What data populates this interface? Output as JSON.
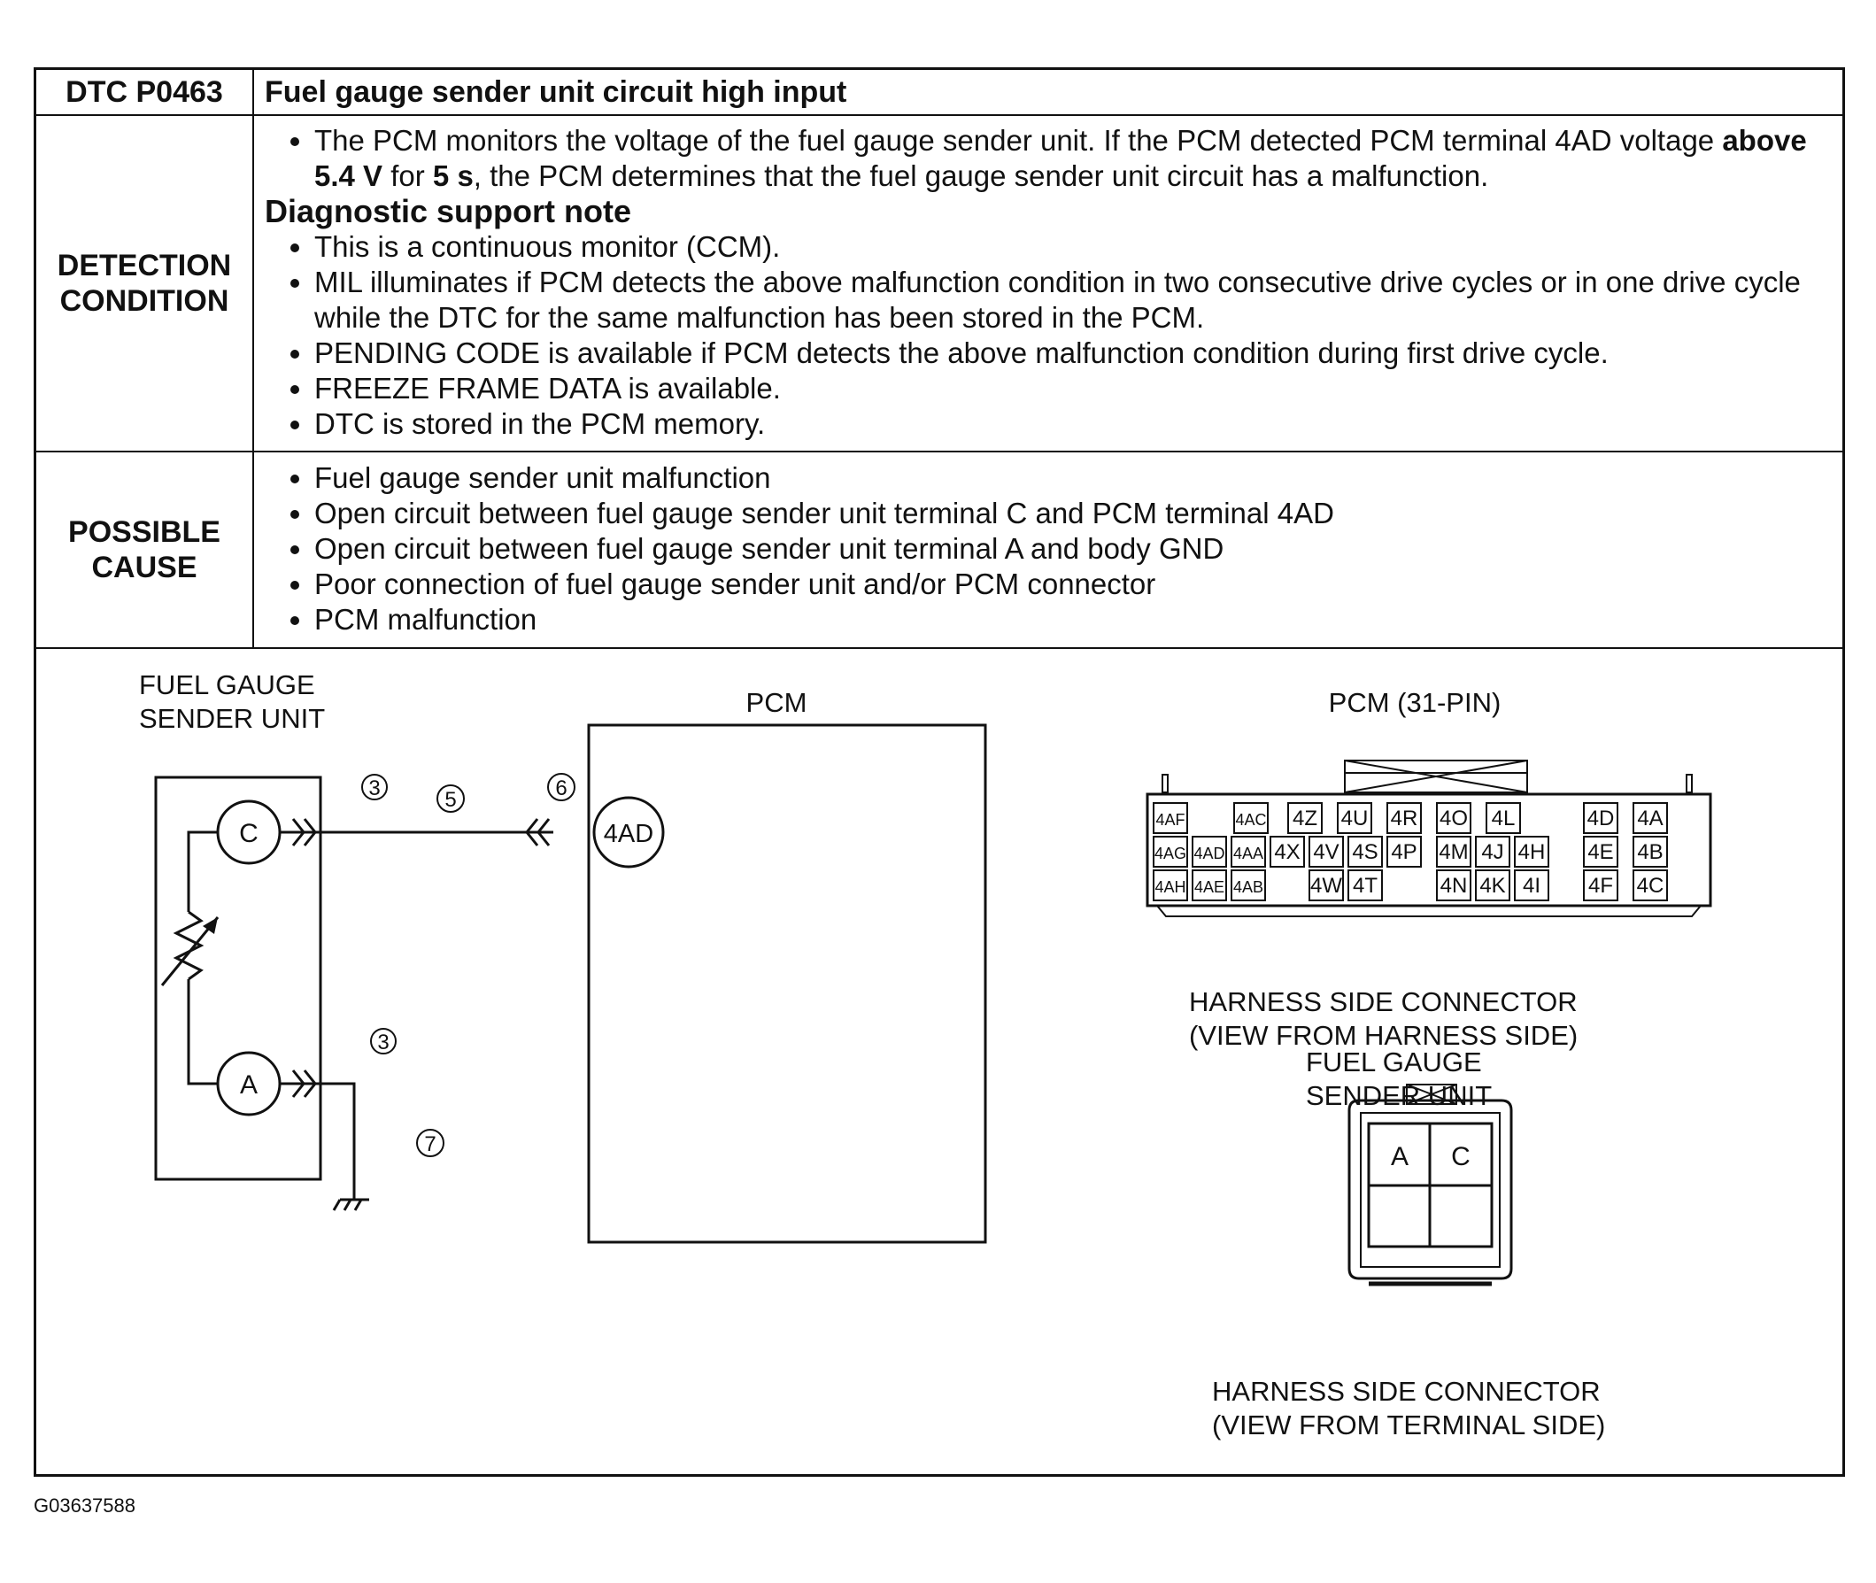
{
  "header": {
    "code": "DTC P0463",
    "title": "Fuel gauge sender unit circuit high input"
  },
  "detection": {
    "label_line1": "DETECTION",
    "label_line2": "CONDITION",
    "main_pre": "The PCM monitors the voltage of the fuel gauge sender unit. If the PCM detected PCM terminal 4AD voltage ",
    "main_bold1": "above 5.4 V",
    "main_mid": " for ",
    "main_bold2": "5 s",
    "main_post": ", the PCM determines that the fuel gauge sender unit circuit has a malfunction.",
    "note_title": "Diagnostic support note",
    "notes": [
      "This is a continuous monitor (CCM).",
      "MIL illuminates if PCM detects the above malfunction condition in two consecutive drive cycles or in one drive cycle while the DTC for the same malfunction has been stored in the PCM.",
      "PENDING CODE is available if PCM detects the above malfunction condition during first drive cycle.",
      "FREEZE FRAME DATA is available.",
      "DTC is stored in the PCM memory."
    ]
  },
  "cause": {
    "label_line1": "POSSIBLE",
    "label_line2": "CAUSE",
    "items": [
      "Fuel gauge sender unit malfunction",
      "Open circuit between fuel gauge sender unit terminal C and PCM terminal 4AD",
      "Open circuit between fuel gauge sender unit terminal A and body GND",
      "Poor connection of fuel gauge sender unit and/or PCM connector",
      "PCM malfunction"
    ]
  },
  "diagram": {
    "sender_label": "FUEL GAUGE\nSENDER UNIT",
    "pcm_label": "PCM",
    "terminal_c": "C",
    "terminal_a": "A",
    "terminal_4ad": "4AD",
    "callout_3": "3",
    "callout_5": "5",
    "callout_6": "6",
    "callout_7": "7",
    "pcm_connector_title": "PCM (31-PIN)",
    "pcm_pins_row1": [
      "4AF",
      "4AC",
      "4Z",
      "4U",
      "4R",
      "4O",
      "4L",
      "4D",
      "4A"
    ],
    "pcm_pins_row2": [
      "4AG",
      "4AD",
      "4AA",
      "4X",
      "4V",
      "4S",
      "4P",
      "4M",
      "4J",
      "4H",
      "4E",
      "4B"
    ],
    "pcm_pins_row3": [
      "4AH",
      "4AE",
      "4AB",
      "4W",
      "4T",
      "4N",
      "4K",
      "4I",
      "4F",
      "4C"
    ],
    "pcm_connector_caption": "HARNESS SIDE CONNECTOR\n(VIEW FROM HARNESS SIDE)",
    "sender_connector_title": "FUEL GAUGE\nSENDER UNIT",
    "sender_pin_a": "A",
    "sender_pin_c": "C",
    "sender_connector_caption": "HARNESS SIDE CONNECTOR\n(VIEW FROM TERMINAL SIDE)"
  },
  "footer": {
    "image_id": "G03637588"
  }
}
